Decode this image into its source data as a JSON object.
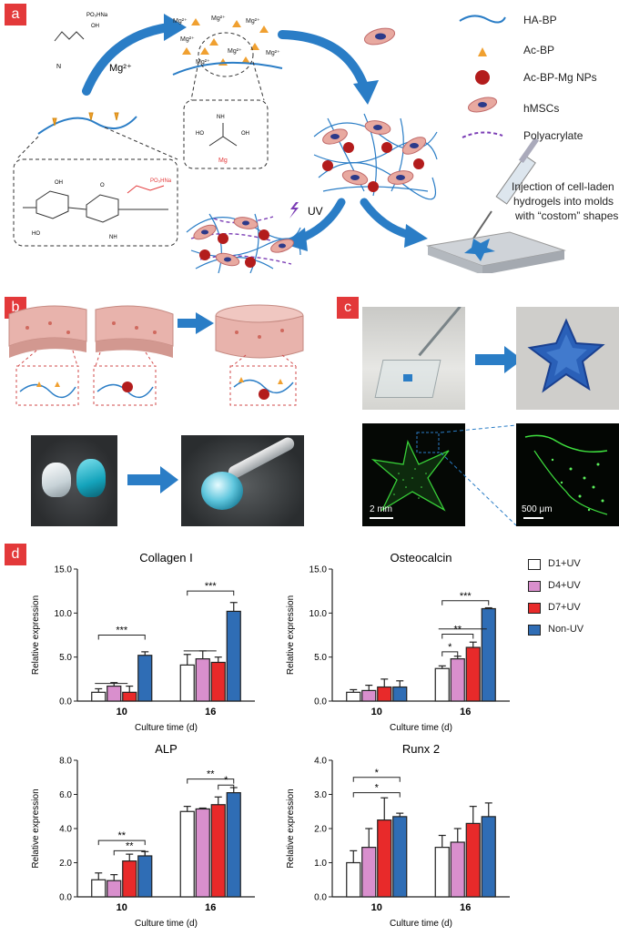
{
  "panels": {
    "a": "a",
    "b": "b",
    "c": "c",
    "d": "d"
  },
  "panel_a": {
    "mg_label": "Mg²⁺",
    "mg_ion": "Mg²⁺",
    "uv_label": "UV",
    "chem_group": "PO₃HNa",
    "chem_group2": "PO₃HNa",
    "chem_oh": "OH",
    "mg_atom": "Mg",
    "injection_text_1": "Injection of cell-laden",
    "injection_text_2": "hydrogels into molds",
    "injection_text_3": "with “costom” shapes",
    "legend": [
      {
        "label": "HA-BP"
      },
      {
        "label": "Ac-BP"
      },
      {
        "label": "Ac-BP-Mg NPs"
      },
      {
        "label": "hMSCs"
      },
      {
        "label": "Polyacrylate"
      }
    ]
  },
  "panel_c": {
    "scale_left": "2 mm",
    "scale_right": "500 μm"
  },
  "colors": {
    "arrow_blue": "#2a7dc6",
    "label_red": "#e3393a",
    "bar_white": "#ffffff",
    "bar_pink": "#d98fcd",
    "bar_red": "#e82a2a",
    "bar_blue": "#2f6db5"
  },
  "legend_d": [
    "D1+UV",
    "D4+UV",
    "D7+UV",
    "Non-UV"
  ],
  "chart_data": [
    {
      "type": "bar",
      "title": "Collagen I",
      "xlabel": "Culture time (d)",
      "ylabel": "Relative expression",
      "categories": [
        "10",
        "16"
      ],
      "ylim": [
        0,
        15
      ],
      "yticks": [
        "0.0",
        "5.0",
        "10.0",
        "15.0"
      ],
      "series": [
        {
          "name": "D1+UV",
          "values": [
            1.0,
            4.1
          ],
          "err": [
            0.4,
            1.2
          ]
        },
        {
          "name": "D4+UV",
          "values": [
            1.7,
            4.8
          ],
          "err": [
            0.4,
            0.9
          ]
        },
        {
          "name": "D7+UV",
          "values": [
            1.0,
            4.4
          ],
          "err": [
            0.7,
            0.6
          ]
        },
        {
          "name": "Non-UV",
          "values": [
            5.2,
            10.2
          ],
          "err": [
            0.4,
            1.0
          ]
        }
      ],
      "annotations": [
        "***",
        "***"
      ]
    },
    {
      "type": "bar",
      "title": "Osteocalcin",
      "xlabel": "Culture time (d)",
      "ylabel": "Relative expression",
      "categories": [
        "10",
        "16"
      ],
      "ylim": [
        0,
        15
      ],
      "yticks": [
        "0.0",
        "5.0",
        "10.0",
        "15.0"
      ],
      "series": [
        {
          "name": "D1+UV",
          "values": [
            1.0,
            3.7
          ],
          "err": [
            0.3,
            0.3
          ]
        },
        {
          "name": "D4+UV",
          "values": [
            1.2,
            4.8
          ],
          "err": [
            0.6,
            0.3
          ]
        },
        {
          "name": "D7+UV",
          "values": [
            1.6,
            6.1
          ],
          "err": [
            0.9,
            0.6
          ]
        },
        {
          "name": "Non-UV",
          "values": [
            1.6,
            10.5
          ],
          "err": [
            0.7,
            0.1
          ]
        }
      ],
      "annotations": [
        "*",
        "**",
        "***"
      ]
    },
    {
      "type": "bar",
      "title": "ALP",
      "xlabel": "Culture time (d)",
      "ylabel": "Relative expression",
      "categories": [
        "10",
        "16"
      ],
      "ylim": [
        0,
        8
      ],
      "yticks": [
        "0.0",
        "2.0",
        "4.0",
        "6.0",
        "8.0"
      ],
      "series": [
        {
          "name": "D1+UV",
          "values": [
            1.0,
            5.0
          ],
          "err": [
            0.4,
            0.3
          ]
        },
        {
          "name": "D4+UV",
          "values": [
            0.95,
            5.15
          ],
          "err": [
            0.35,
            0.05
          ]
        },
        {
          "name": "D7+UV",
          "values": [
            2.1,
            5.4
          ],
          "err": [
            0.4,
            0.45
          ]
        },
        {
          "name": "Non-UV",
          "values": [
            2.4,
            6.1
          ],
          "err": [
            0.25,
            0.3
          ]
        }
      ],
      "annotations": [
        "**",
        "**",
        "**",
        "*"
      ]
    },
    {
      "type": "bar",
      "title": "Runx 2",
      "xlabel": "Culture time (d)",
      "ylabel": "Relative expression",
      "categories": [
        "10",
        "16"
      ],
      "ylim": [
        0,
        4
      ],
      "yticks": [
        "0.0",
        "1.0",
        "2.0",
        "3.0",
        "4.0"
      ],
      "series": [
        {
          "name": "D1+UV",
          "values": [
            1.0,
            1.45
          ],
          "err": [
            0.35,
            0.35
          ]
        },
        {
          "name": "D4+UV",
          "values": [
            1.45,
            1.6
          ],
          "err": [
            0.55,
            0.4
          ]
        },
        {
          "name": "D7+UV",
          "values": [
            2.25,
            2.15
          ],
          "err": [
            0.65,
            0.5
          ]
        },
        {
          "name": "Non-UV",
          "values": [
            2.35,
            2.35
          ],
          "err": [
            0.1,
            0.4
          ]
        }
      ],
      "annotations": [
        "*",
        "*"
      ]
    }
  ]
}
